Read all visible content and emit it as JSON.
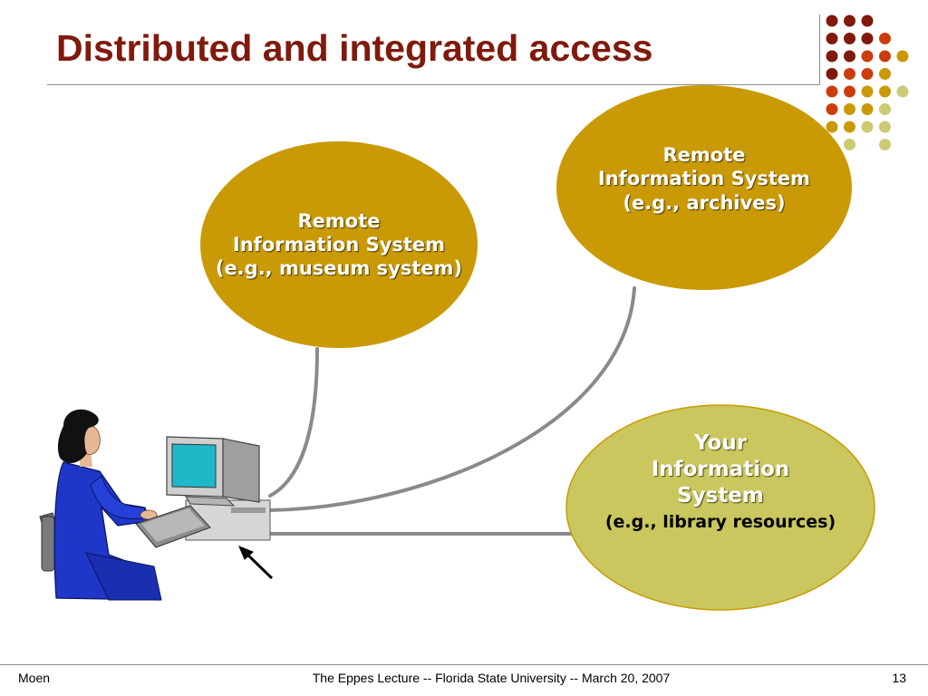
{
  "slide": {
    "title": "Distributed and integrated access",
    "page_number": "13"
  },
  "footer": {
    "left": "Moen",
    "center": "The Eppes Lecture -- Florida State University -- March 20, 2007",
    "right": "13"
  },
  "nodes": {
    "museum": {
      "line1": "Remote",
      "line2": "Information System",
      "line3": "(e.g., museum system)"
    },
    "archives": {
      "line1": "Remote",
      "line2": "Information System",
      "line3": "(e.g., archives)"
    },
    "library": {
      "line1": "Your",
      "line2": "Information",
      "line3": "System",
      "example": "(e.g., library resources)"
    }
  },
  "colors": {
    "title": "#7f1a0c",
    "remote_node": "#c99a05",
    "local_node": "#c9c75e",
    "connector": "#8a8a8a",
    "dots": [
      "#7f1a0c",
      "#cc3d0e",
      "#c99a05",
      "#cccb74"
    ]
  },
  "icons": {
    "user": "person-at-computer-icon",
    "pointer": "arrow-pointer-icon",
    "decoration": "dot-grid-icon"
  }
}
